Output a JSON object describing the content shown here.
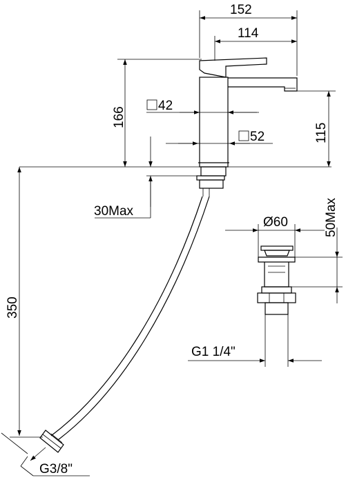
{
  "dimensions": {
    "overall_length": "152",
    "spout_length": "114",
    "total_height": "166",
    "body_square": "42",
    "base_square": "52",
    "spout_height": "115",
    "max_deck_thickness": "30Max",
    "hose_length": "350",
    "waste_diameter": "Ø60",
    "waste_max": "50Max",
    "waste_thread": "G1 1/4\"",
    "hose_thread": "G3/8\""
  }
}
